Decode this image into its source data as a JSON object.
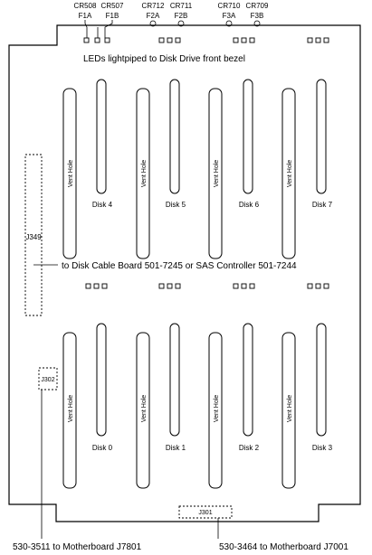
{
  "leds_top": [
    {
      "cr": "CR508",
      "f": "F1A"
    },
    {
      "cr": "CR507",
      "f": "F1B"
    },
    {
      "cr": "CR712",
      "f": "F2A"
    },
    {
      "cr": "CR711",
      "f": "F2B"
    },
    {
      "cr": "CR710",
      "f": "F3A"
    },
    {
      "cr": "CR709",
      "f": "F3B"
    }
  ],
  "led_note": "LEDs lightpiped to Disk Drive front bezel",
  "vent_label": "Vent Hole",
  "disks_top": [
    "Disk 4",
    "Disk 5",
    "Disk 6",
    "Disk 7"
  ],
  "disks_bottom": [
    "Disk 0",
    "Disk 1",
    "Disk 2",
    "Disk 3"
  ],
  "connectors": {
    "j349": "J349",
    "j302": "J302",
    "j301": "J301"
  },
  "notes": {
    "cable_board": "to Disk Cable Board 501-7245 or SAS Controller 501-7244",
    "mb_left": "530-3511 to Motherboard J7801",
    "mb_right": "530-3464 to Motherboard J7001"
  }
}
